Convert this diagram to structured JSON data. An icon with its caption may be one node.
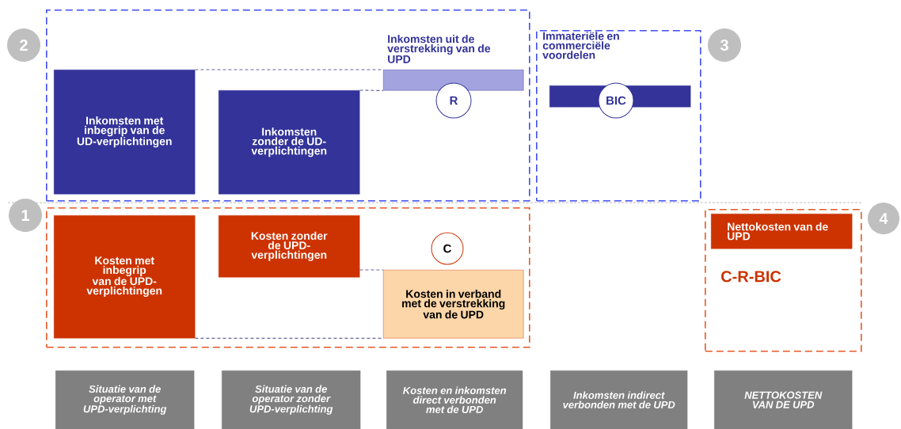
{
  "diagram": {
    "nodes": [
      {
        "text": [],
        "shape": "box"
      },
      {
        "text": [
          "Inkomsten met inbegrip van de UD-verplichtingen"
        ],
        "in": 0
      },
      {
        "text": [
          "Inkomsten zonder de UD-verplichtingen"
        ],
        "in": 0
      },
      {
        "text": [
          "Inkomsten uit de verstrekking van de UPD"
        ],
        "in": 0
      },
      {
        "text": [
          "R"
        ],
        "in": 0
      },
      {
        "text": [
          "Immateriële en commerciële voordelen"
        ]
      },
      {
        "text": [],
        "shape": "bar",
        "in": 5
      },
      {
        "text": [
          "BIC"
        ],
        "in": 5
      },
      {
        "text": [],
        "shape": "box"
      },
      {
        "text": [
          "Kosten met inbegrip van de UPD-verplichtingen"
        ],
        "in": 8
      },
      {
        "text": [
          "Kosten zonder de UPD-verplichtingen"
        ],
        "in": 8
      },
      {
        "text": [
          "C"
        ],
        "in": 8
      },
      {
        "text": [
          "Kosten in verband met de verstrekking van de UPD"
        ],
        "in": 8
      },
      {
        "text": [],
        "shape": "box"
      },
      {
        "text": [
          "Nettokosten van de UPD"
        ],
        "in": 13
      },
      {
        "text": [
          "2"
        ]
      },
      {
        "text": [
          "3"
        ]
      },
      {
        "text": [
          "1"
        ]
      },
      {
        "text": [
          "4"
        ]
      },
      {
        "text": [
          "Situatie van de operator met UPD-verplichting"
        ]
      },
      {
        "text": [
          "Situatie van de operator zonder UPD-verplichting"
        ]
      },
      {
        "text": [
          "Kosten en inkomsten direct verbonden met de UPD"
        ]
      },
      {
        "text": [
          "Inkomsten indirect verbonden met de UPD"
        ]
      },
      {
        "text": [
          "NETTOKOSTEN VAN DE UPD"
        ]
      }
    ],
    "edges": [
      {
        "from": 1,
        "to": 3,
        "arrow": "none",
        "style": "dashed"
      },
      {
        "from": 2,
        "to": 3,
        "arrow": "none",
        "style": "dashed"
      },
      {
        "from": 10,
        "to": 12,
        "arrow": "none",
        "style": "dashed"
      },
      {
        "from": 9,
        "to": 12,
        "arrow": "none",
        "style": "dashed"
      }
    ],
    "labels": [
      "C-R-BIC"
    ]
  }
}
